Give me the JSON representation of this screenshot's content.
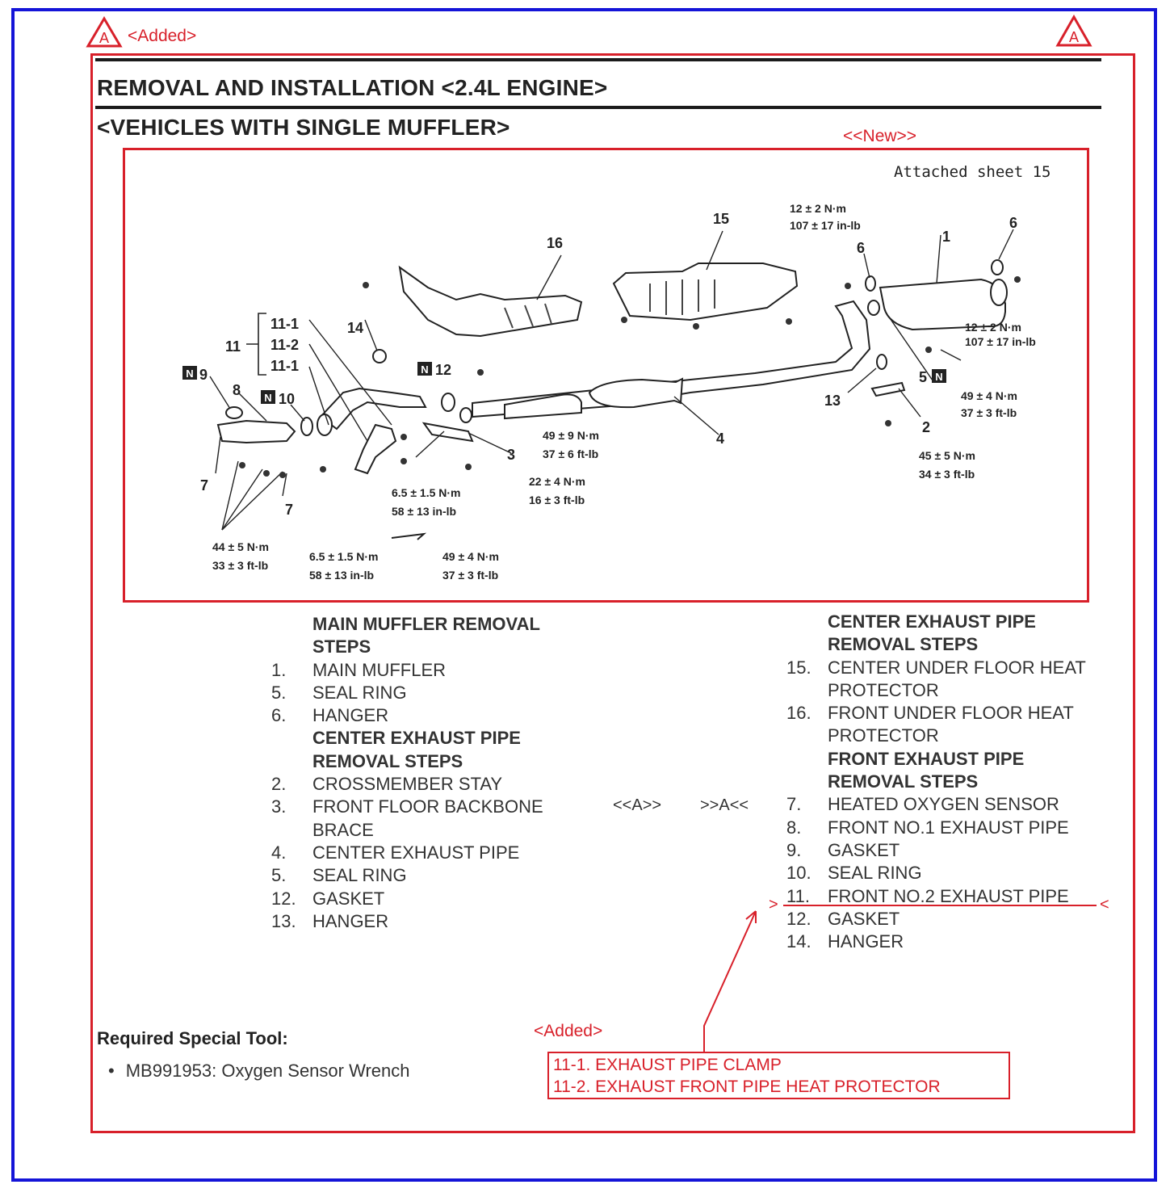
{
  "annotations": {
    "added_top": "<Added>",
    "new_label": "<<New>>",
    "added_bottom": "<Added>",
    "mark_a_left": "<<A>>",
    "mark_a_right": ">>A<<",
    "insert_left": ">",
    "insert_right": "<"
  },
  "colors": {
    "frame": "#1414d8",
    "revision": "#d8202a",
    "text": "#2a2a2a"
  },
  "header": {
    "title": "REMOVAL AND INSTALLATION <2.4L ENGINE>",
    "subtitle": "<VEHICLES WITH SINGLE MUFFLER>"
  },
  "diagram": {
    "sheet": "Attached sheet 15",
    "callouts": [
      "1",
      "2",
      "3",
      "4",
      "5",
      "6",
      "6",
      "7",
      "7",
      "8",
      "9",
      "10",
      "11",
      "11-1",
      "11-2",
      "11-1",
      "12",
      "13",
      "14",
      "15",
      "16"
    ],
    "torque": {
      "t1a": "12 ± 2 N·m",
      "t1b": "107 ± 17 in-lb",
      "t2a": "12 ± 2 N·m",
      "t2b": "107 ± 17 in-lb",
      "t3a": "49 ± 4 N·m",
      "t3b": "37 ± 3 ft-lb",
      "t4a": "45 ± 5 N·m",
      "t4b": "34 ± 3 ft-lb",
      "t5a": "49 ± 9 N·m",
      "t5b": "37 ± 6 ft-lb",
      "t6a": "22 ± 4 N·m",
      "t6b": "16 ± 3 ft-lb",
      "t7a": "6.5 ± 1.5 N·m",
      "t7b": "58 ± 13 in-lb",
      "t8a": "44 ± 5 N·m",
      "t8b": "33 ± 3 ft-lb",
      "t9a": "6.5 ± 1.5 N·m",
      "t9b": "58 ± 13 in-lb",
      "t10a": "49 ± 4 N·m",
      "t10b": "37 ± 3 ft-lb"
    }
  },
  "left_list": [
    {
      "num": "",
      "text": "MAIN MUFFLER REMOVAL",
      "bold": true
    },
    {
      "num": "",
      "text": "STEPS",
      "bold": true
    },
    {
      "num": "1.",
      "text": "MAIN MUFFLER",
      "bold": false
    },
    {
      "num": "5.",
      "text": "SEAL RING",
      "bold": false
    },
    {
      "num": "6.",
      "text": "HANGER",
      "bold": false
    },
    {
      "num": "",
      "text": "CENTER EXHAUST PIPE",
      "bold": true
    },
    {
      "num": "",
      "text": "REMOVAL STEPS",
      "bold": true
    },
    {
      "num": "2.",
      "text": "CROSSMEMBER STAY",
      "bold": false
    },
    {
      "num": "3.",
      "text": "FRONT FLOOR BACKBONE",
      "bold": false
    },
    {
      "num": "",
      "text": "BRACE",
      "bold": false
    },
    {
      "num": "4.",
      "text": "CENTER EXHAUST PIPE",
      "bold": false
    },
    {
      "num": "5.",
      "text": "SEAL RING",
      "bold": false
    },
    {
      "num": "12.",
      "text": "GASKET",
      "bold": false
    },
    {
      "num": "13.",
      "text": "HANGER",
      "bold": false
    }
  ],
  "right_list": [
    {
      "num": "",
      "text": "CENTER EXHAUST PIPE",
      "bold": true
    },
    {
      "num": "",
      "text": "REMOVAL STEPS",
      "bold": true
    },
    {
      "num": "15.",
      "text": "CENTER UNDER FLOOR HEAT",
      "bold": false
    },
    {
      "num": "",
      "text": "PROTECTOR",
      "bold": false
    },
    {
      "num": "16.",
      "text": "FRONT UNDER FLOOR HEAT",
      "bold": false
    },
    {
      "num": "",
      "text": "PROTECTOR",
      "bold": false
    },
    {
      "num": "",
      "text": "FRONT EXHAUST PIPE",
      "bold": true
    },
    {
      "num": "",
      "text": "REMOVAL STEPS",
      "bold": true
    },
    {
      "num": "7.",
      "text": "HEATED OXYGEN SENSOR",
      "bold": false
    },
    {
      "num": "8.",
      "text": "FRONT NO.1 EXHAUST PIPE",
      "bold": false
    },
    {
      "num": "9.",
      "text": "GASKET",
      "bold": false
    },
    {
      "num": "10.",
      "text": "SEAL RING",
      "bold": false
    },
    {
      "num": "11.",
      "text": "FRONT NO.2 EXHAUST PIPE",
      "bold": false
    },
    {
      "num": "12.",
      "text": "GASKET",
      "bold": false
    },
    {
      "num": "14.",
      "text": "HANGER",
      "bold": false
    }
  ],
  "special_tool": {
    "heading": "Required Special Tool:",
    "item": "MB991953: Oxygen Sensor Wrench"
  },
  "added_box": {
    "line1": "11-1.  EXHAUST PIPE CLAMP",
    "line2": "11-2.  EXHAUST FRONT PIPE HEAT PROTECTOR"
  }
}
